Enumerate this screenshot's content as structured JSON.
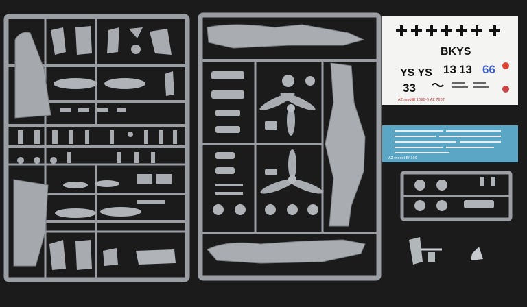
{
  "colors": {
    "background": "#1b1b1c",
    "sprue_gray": "#9a9ea3",
    "sprue_light": "#b8bcc0",
    "decal_sheet": "#f4f4f2",
    "decal_blue_sheet": "#5aa6c4",
    "decal_black": "#111111",
    "decal_blue": "#3a5cc8"
  },
  "decal_sheet_main": {
    "codes": "BKYS",
    "left_codes": "YS YS",
    "number_13a": "13",
    "number_13b": "13",
    "number_66": "66",
    "number_33": "33",
    "fine_print": "Bf 109G-5  AZ 7607",
    "brand": "AZ model"
  },
  "decal_sheet_small": {
    "fine_print": "AZ model  Bf 109"
  }
}
